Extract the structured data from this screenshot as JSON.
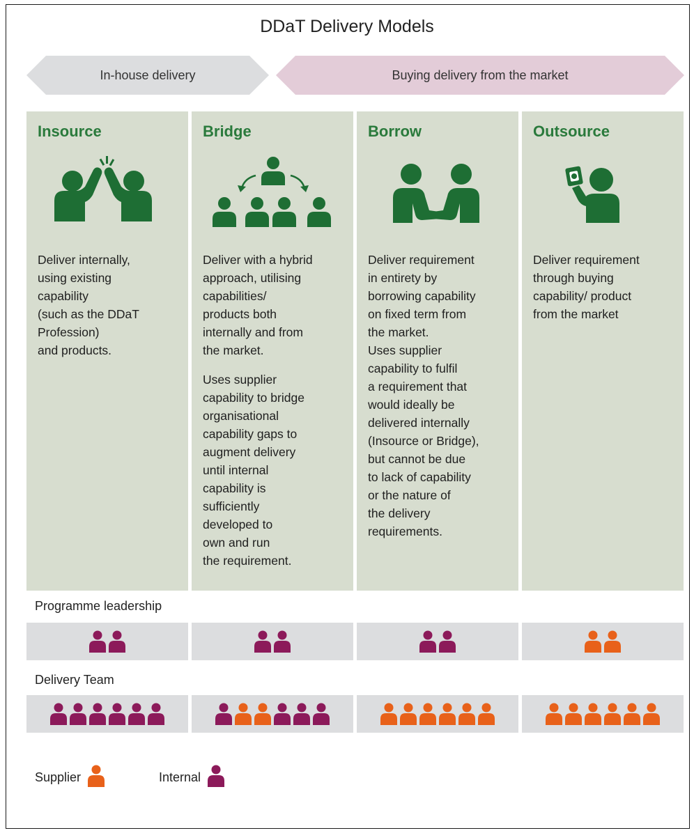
{
  "title": "DDaT Delivery Models",
  "banners": {
    "inhouse": "In-house delivery",
    "market": "Buying delivery from the market"
  },
  "columns": [
    {
      "heading": "Insource",
      "icon": "high-five-icon",
      "text": "Deliver internally,\nusing existing\ncapability\n(such as the DDaT\nProfession)\nand products.",
      "text2": ""
    },
    {
      "heading": "Bridge",
      "icon": "team-hierarchy-icon",
      "text": "Deliver with a hybrid\napproach, utilising\ncapabilities/\nproducts both\ninternally and from\nthe market.",
      "text2": "Uses supplier\ncapability to bridge\norganisational\ncapability gaps to\naugment delivery\nuntil internal\ncapability is\nsufficiently\ndeveloped to\nown and run\nthe requirement."
    },
    {
      "heading": "Borrow",
      "icon": "handshake-icon",
      "text": "Deliver requirement\nin entirety by\nborrowing capability\non fixed term from\nthe market.\nUses supplier\ncapability to fulfil\na requirement that\nwould ideally be\ndelivered internally\n(Insource or Bridge),\nbut cannot be due\nto lack of capability\nor the nature of\nthe delivery\nrequirements.",
      "text2": ""
    },
    {
      "heading": "Outsource",
      "icon": "money-payment-icon",
      "text": "Deliver requirement\nthrough buying\ncapability/ product\nfrom the market",
      "text2": ""
    }
  ],
  "rows": {
    "leadership_label": "Programme leadership",
    "delivery_label": "Delivery Team"
  },
  "leadership": [
    [
      "internal",
      "internal"
    ],
    [
      "internal",
      "internal"
    ],
    [
      "internal",
      "internal"
    ],
    [
      "supplier",
      "supplier"
    ]
  ],
  "delivery": [
    [
      "internal",
      "internal",
      "internal",
      "internal",
      "internal",
      "internal"
    ],
    [
      "internal",
      "supplier",
      "supplier",
      "internal",
      "internal",
      "internal"
    ],
    [
      "supplier",
      "supplier",
      "supplier",
      "supplier",
      "supplier",
      "supplier"
    ],
    [
      "supplier",
      "supplier",
      "supplier",
      "supplier",
      "supplier",
      "supplier"
    ]
  ],
  "legend": {
    "supplier": "Supplier",
    "internal": "Internal"
  },
  "colors": {
    "green": "#1e6e34",
    "internal": "#8c1a5a",
    "supplier": "#e8611a"
  }
}
